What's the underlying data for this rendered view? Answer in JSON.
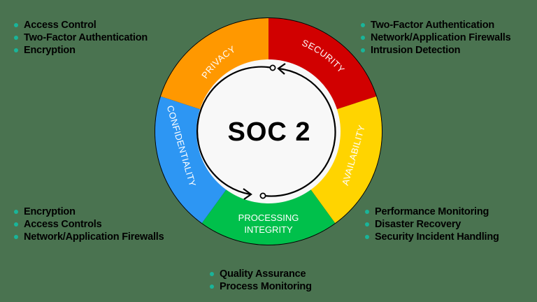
{
  "center": {
    "title": "SOC 2"
  },
  "segments": [
    {
      "id": "security",
      "label": "SECURITY",
      "color": "#d10000"
    },
    {
      "id": "availability",
      "label": "AVAILABILITY",
      "color": "#ffd400"
    },
    {
      "id": "processing_integrity",
      "label_line1": "PROCESSING",
      "label_line2": "INTEGRITY",
      "color": "#00c04b"
    },
    {
      "id": "confidentiality",
      "label": "CONFIDENTIALITY",
      "color": "#2d96f3"
    },
    {
      "id": "privacy",
      "label": "PRIVACY",
      "color": "#ff9800"
    }
  ],
  "lists": {
    "privacy": [
      "Access Control",
      "Two-Factor Authentication",
      "Encryption"
    ],
    "security": [
      "Two-Factor Authentication",
      "Network/Application Firewalls",
      "Intrusion Detection"
    ],
    "confidentiality": [
      "Encryption",
      "Access Controls",
      "Network/Application Firewalls"
    ],
    "availability": [
      "Performance Monitoring",
      "Disaster Recovery",
      "Security Incident Handling"
    ],
    "processing_integrity": [
      "Quality Assurance",
      "Process Monitoring"
    ]
  },
  "colors": {
    "bullet": "#19b59a",
    "background": "#4a7350"
  }
}
